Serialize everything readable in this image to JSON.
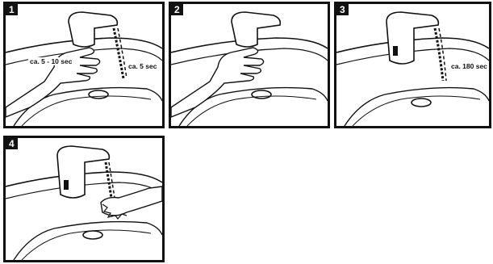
{
  "panels": [
    {
      "number": "1",
      "callouts": [
        "ca. 5 - 10 sec",
        "ca. 5 sec"
      ]
    },
    {
      "number": "2",
      "callouts": []
    },
    {
      "number": "3",
      "callouts": [
        "ca. 180 sec"
      ]
    },
    {
      "number": "4",
      "callouts": []
    }
  ]
}
